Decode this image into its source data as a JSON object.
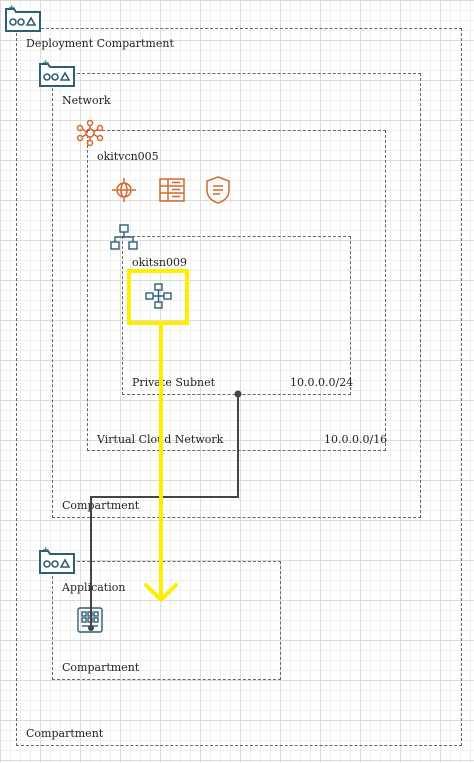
{
  "deployment": {
    "title": "Deployment Compartment",
    "footer": "Compartment"
  },
  "network": {
    "title": "Network",
    "footer": "Compartment"
  },
  "vcn": {
    "name": "okitvcn005",
    "footer": "Virtual Cloud Network",
    "cidr": "10.0.0.0/16"
  },
  "subnet": {
    "name": "okitsn009",
    "footer": "Private Subnet",
    "cidr": "10.0.0.0/24"
  },
  "application": {
    "title": "Application",
    "footer": "Compartment"
  },
  "icons": {
    "compartment": "compartment-folder-icon",
    "vcn": "vcn-hub-icon",
    "internet_gateway": "internet-gateway-icon",
    "route_table": "route-table-icon",
    "security_list": "security-list-icon",
    "subnet": "subnet-hierarchy-icon",
    "load_balancer": "load-balancer-icon",
    "instance": "instance-icon"
  },
  "colors": {
    "compartment_icon": "#2f5f73",
    "oci_orange": "#d06a2d",
    "highlight": "#ffee00",
    "connector": "#444444"
  }
}
